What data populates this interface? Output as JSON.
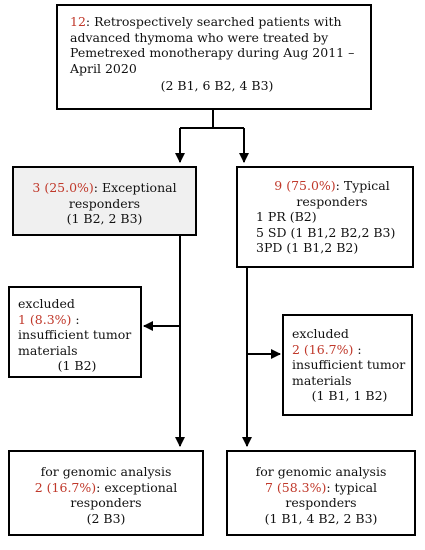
{
  "top": {
    "count": "12",
    "line1": ": Retrospectively searched patients with",
    "line2": "advanced thymoma who were treated by",
    "line3": "Pemetrexed monotherapy during Aug 2011 –",
    "line4": "April 2020",
    "line5": "(2 B1, 6 B2, 4 B3)"
  },
  "exceptional": {
    "count": "3 (25.0%)",
    "line1": ": Exceptional",
    "line2": "responders",
    "line3": "(1 B2, 2 B3)"
  },
  "typical": {
    "count": "9 (75.0%)",
    "line1": ": Typical",
    "line2": "responders",
    "line3": "1 PR (B2)",
    "line4": "5 SD (1 B1,2 B2,2 B3)",
    "line5": "3PD (1 B1,2 B2)"
  },
  "excluded_left": {
    "line1": "excluded",
    "count": "1 (8.3%)",
    "line2": ":",
    "line3": "insufficient tumor",
    "line4": "materials",
    "line5": "(1 B2)"
  },
  "excluded_right": {
    "line1": "excluded",
    "count": "2 (16.7%)",
    "line2": ":",
    "line3": "insufficient tumor",
    "line4": "materials",
    "line5": "(1 B1, 1 B2)"
  },
  "genomic_left": {
    "line1": "for genomic analysis",
    "count": "2 (16.7%)",
    "line2": ": exceptional",
    "line3": "responders",
    "line4": "(2 B3)"
  },
  "genomic_right": {
    "line1": "for genomic analysis",
    "count": "7 (58.3%)",
    "line2": ": typical",
    "line3": "responders",
    "line4": "(1 B1, 4 B2, 2 B3)"
  },
  "colors": {
    "count_red": "#c0392b",
    "grey_box": "#f0f0f0"
  }
}
